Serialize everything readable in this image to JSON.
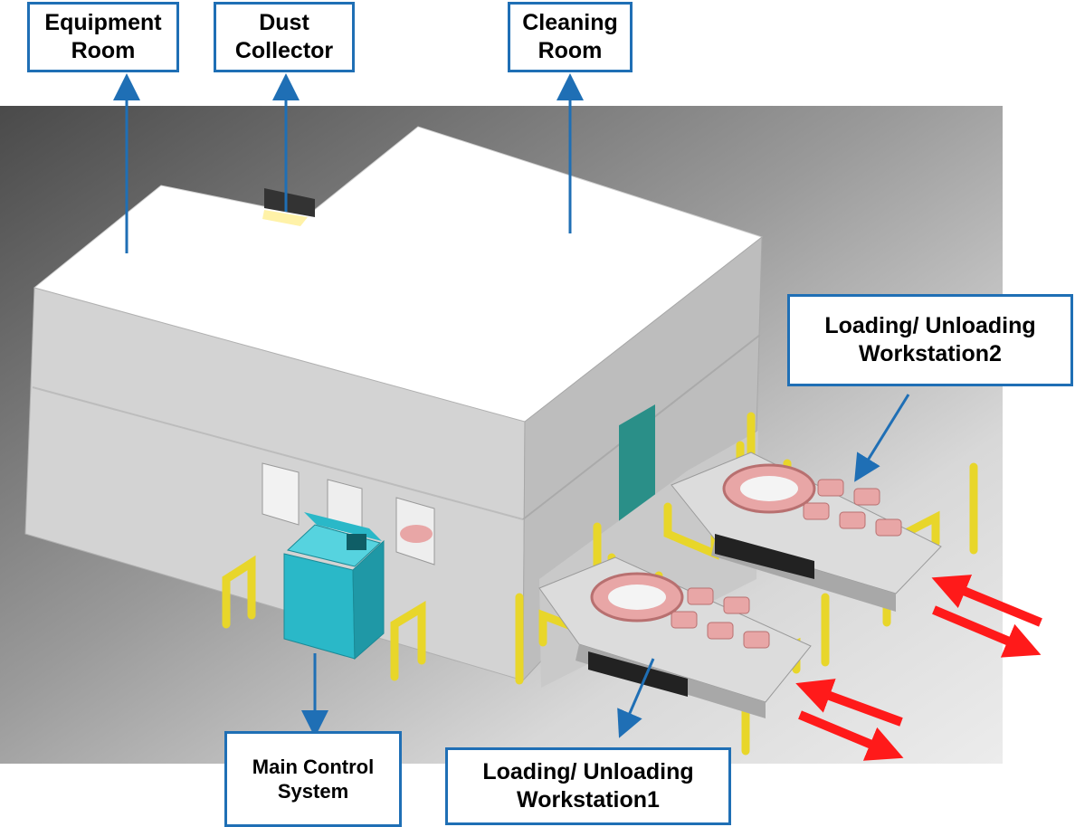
{
  "labels": {
    "equipment_room": [
      "Equipment",
      "Room"
    ],
    "dust_collector": [
      "Dust",
      "Collector"
    ],
    "cleaning_room": [
      "Cleaning",
      "Room"
    ],
    "workstation2": [
      "Loading/ Unloading",
      "Workstation2"
    ],
    "main_control": [
      "Main Control",
      "System"
    ],
    "workstation1": [
      "Loading/ Unloading",
      "Workstation1"
    ]
  },
  "colors": {
    "label_border": "#1f6fb5",
    "callout_arrow": "#1f6fb5",
    "flow_arrow": "#ff1a1a",
    "guard_rail": "#e8d62a",
    "control_cabinet": "#2ab8c8",
    "workpiece": "#e8a6a6"
  }
}
